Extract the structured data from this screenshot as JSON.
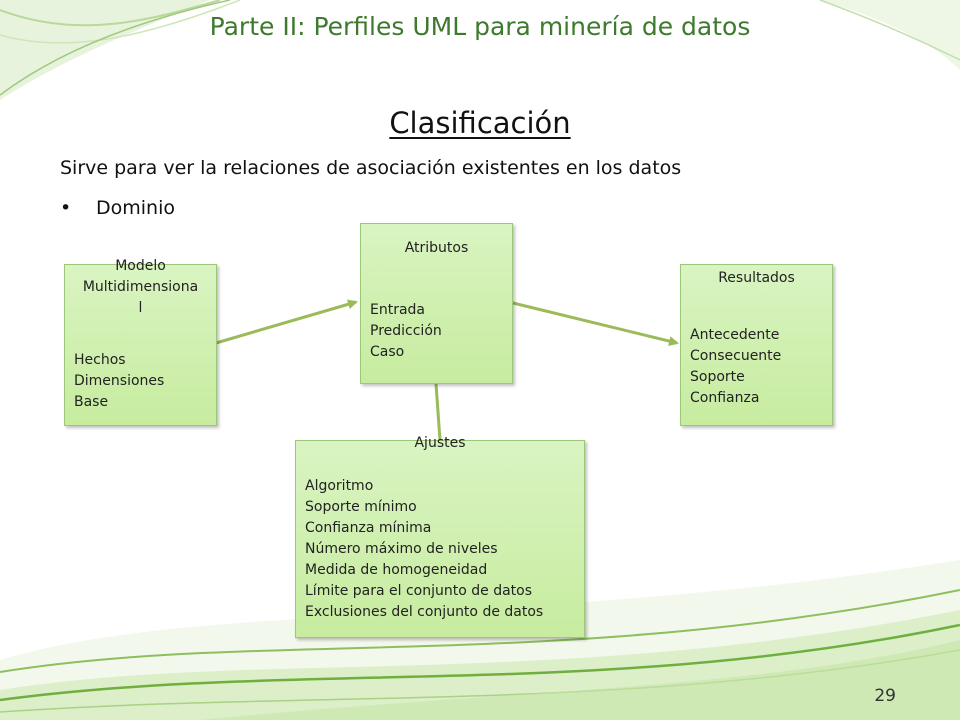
{
  "slide": {
    "title": "Parte II: Perfiles UML para minería de datos",
    "heading": "Clasificación",
    "intro": "Sirve para ver la relaciones de asociación existentes en los datos",
    "bullet_text": "Dominio",
    "page_number": "29"
  },
  "diagram": {
    "modelo": {
      "title_lines": [
        "Modelo",
        "Multidimensiona",
        "l"
      ],
      "items": [
        "Hechos",
        "Dimensiones",
        "Base"
      ]
    },
    "atributos": {
      "title": "Atributos",
      "items": [
        "Entrada",
        "Predicción",
        "Caso"
      ]
    },
    "resultados": {
      "title": "Resultados",
      "items": [
        "Antecedente",
        "Consecuente",
        "Soporte",
        "Confianza"
      ]
    },
    "ajustes": {
      "title": "Ajustes",
      "items": [
        "Algoritmo",
        "Soporte mínimo",
        "Confianza mínima",
        "Número máximo de niveles",
        "Medida de homogeneidad",
        "Límite para el conjunto de datos",
        "Exclusiones del conjunto de datos"
      ]
    }
  },
  "colors": {
    "title_green": "#3d7a2d",
    "box_fill": "#d2f2b6",
    "connector": "#9bbb59"
  }
}
